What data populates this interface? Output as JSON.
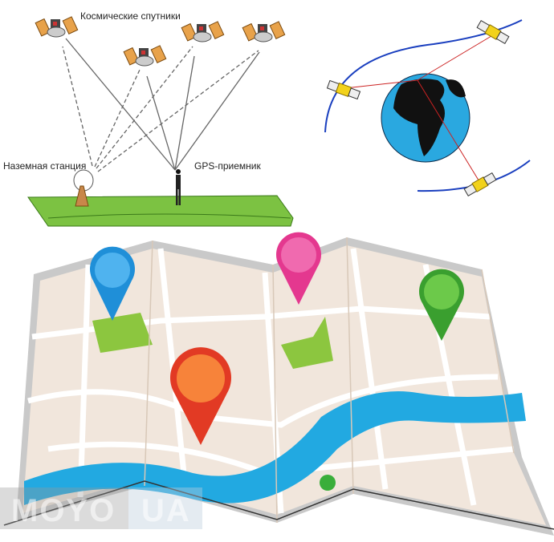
{
  "diagram": {
    "satellites_label": "Космические спутники",
    "ground_station_label": "Наземная станция",
    "receiver_label": "GPS-приемник"
  },
  "watermark": {
    "left": "MOYO",
    "right": "UA"
  },
  "colors": {
    "ground": "#7cc242",
    "ocean": "#2aa8e0",
    "map": "#f1e6dc",
    "river": "#22a9e1",
    "park": "#8cc63f",
    "pin_blue": "#1f8fd8",
    "pin_pink": "#e4388f",
    "pin_green": "#3a9f2f",
    "pin_orange": "#f05a28",
    "orbit": "#1a3fbf"
  }
}
